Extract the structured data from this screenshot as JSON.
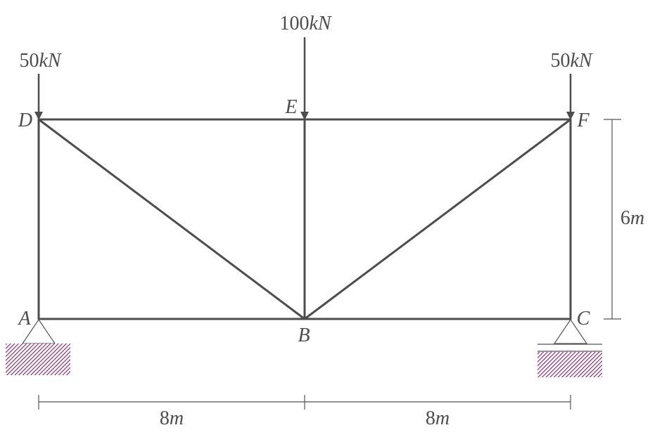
{
  "loads": {
    "d": {
      "value": "50",
      "unit": "kN"
    },
    "e": {
      "value": "100",
      "unit": "kN"
    },
    "f": {
      "value": "50",
      "unit": "kN"
    }
  },
  "nodes": {
    "a": "A",
    "b": "B",
    "c": "C",
    "d": "D",
    "e": "E",
    "f": "F"
  },
  "dimensions": {
    "height": {
      "value": "6",
      "unit": "m"
    },
    "span_left": {
      "value": "8",
      "unit": "m"
    },
    "span_right": {
      "value": "8",
      "unit": "m"
    }
  },
  "colors": {
    "member": "#4d4d4d",
    "ground_hatch": "#8b1a6b"
  }
}
